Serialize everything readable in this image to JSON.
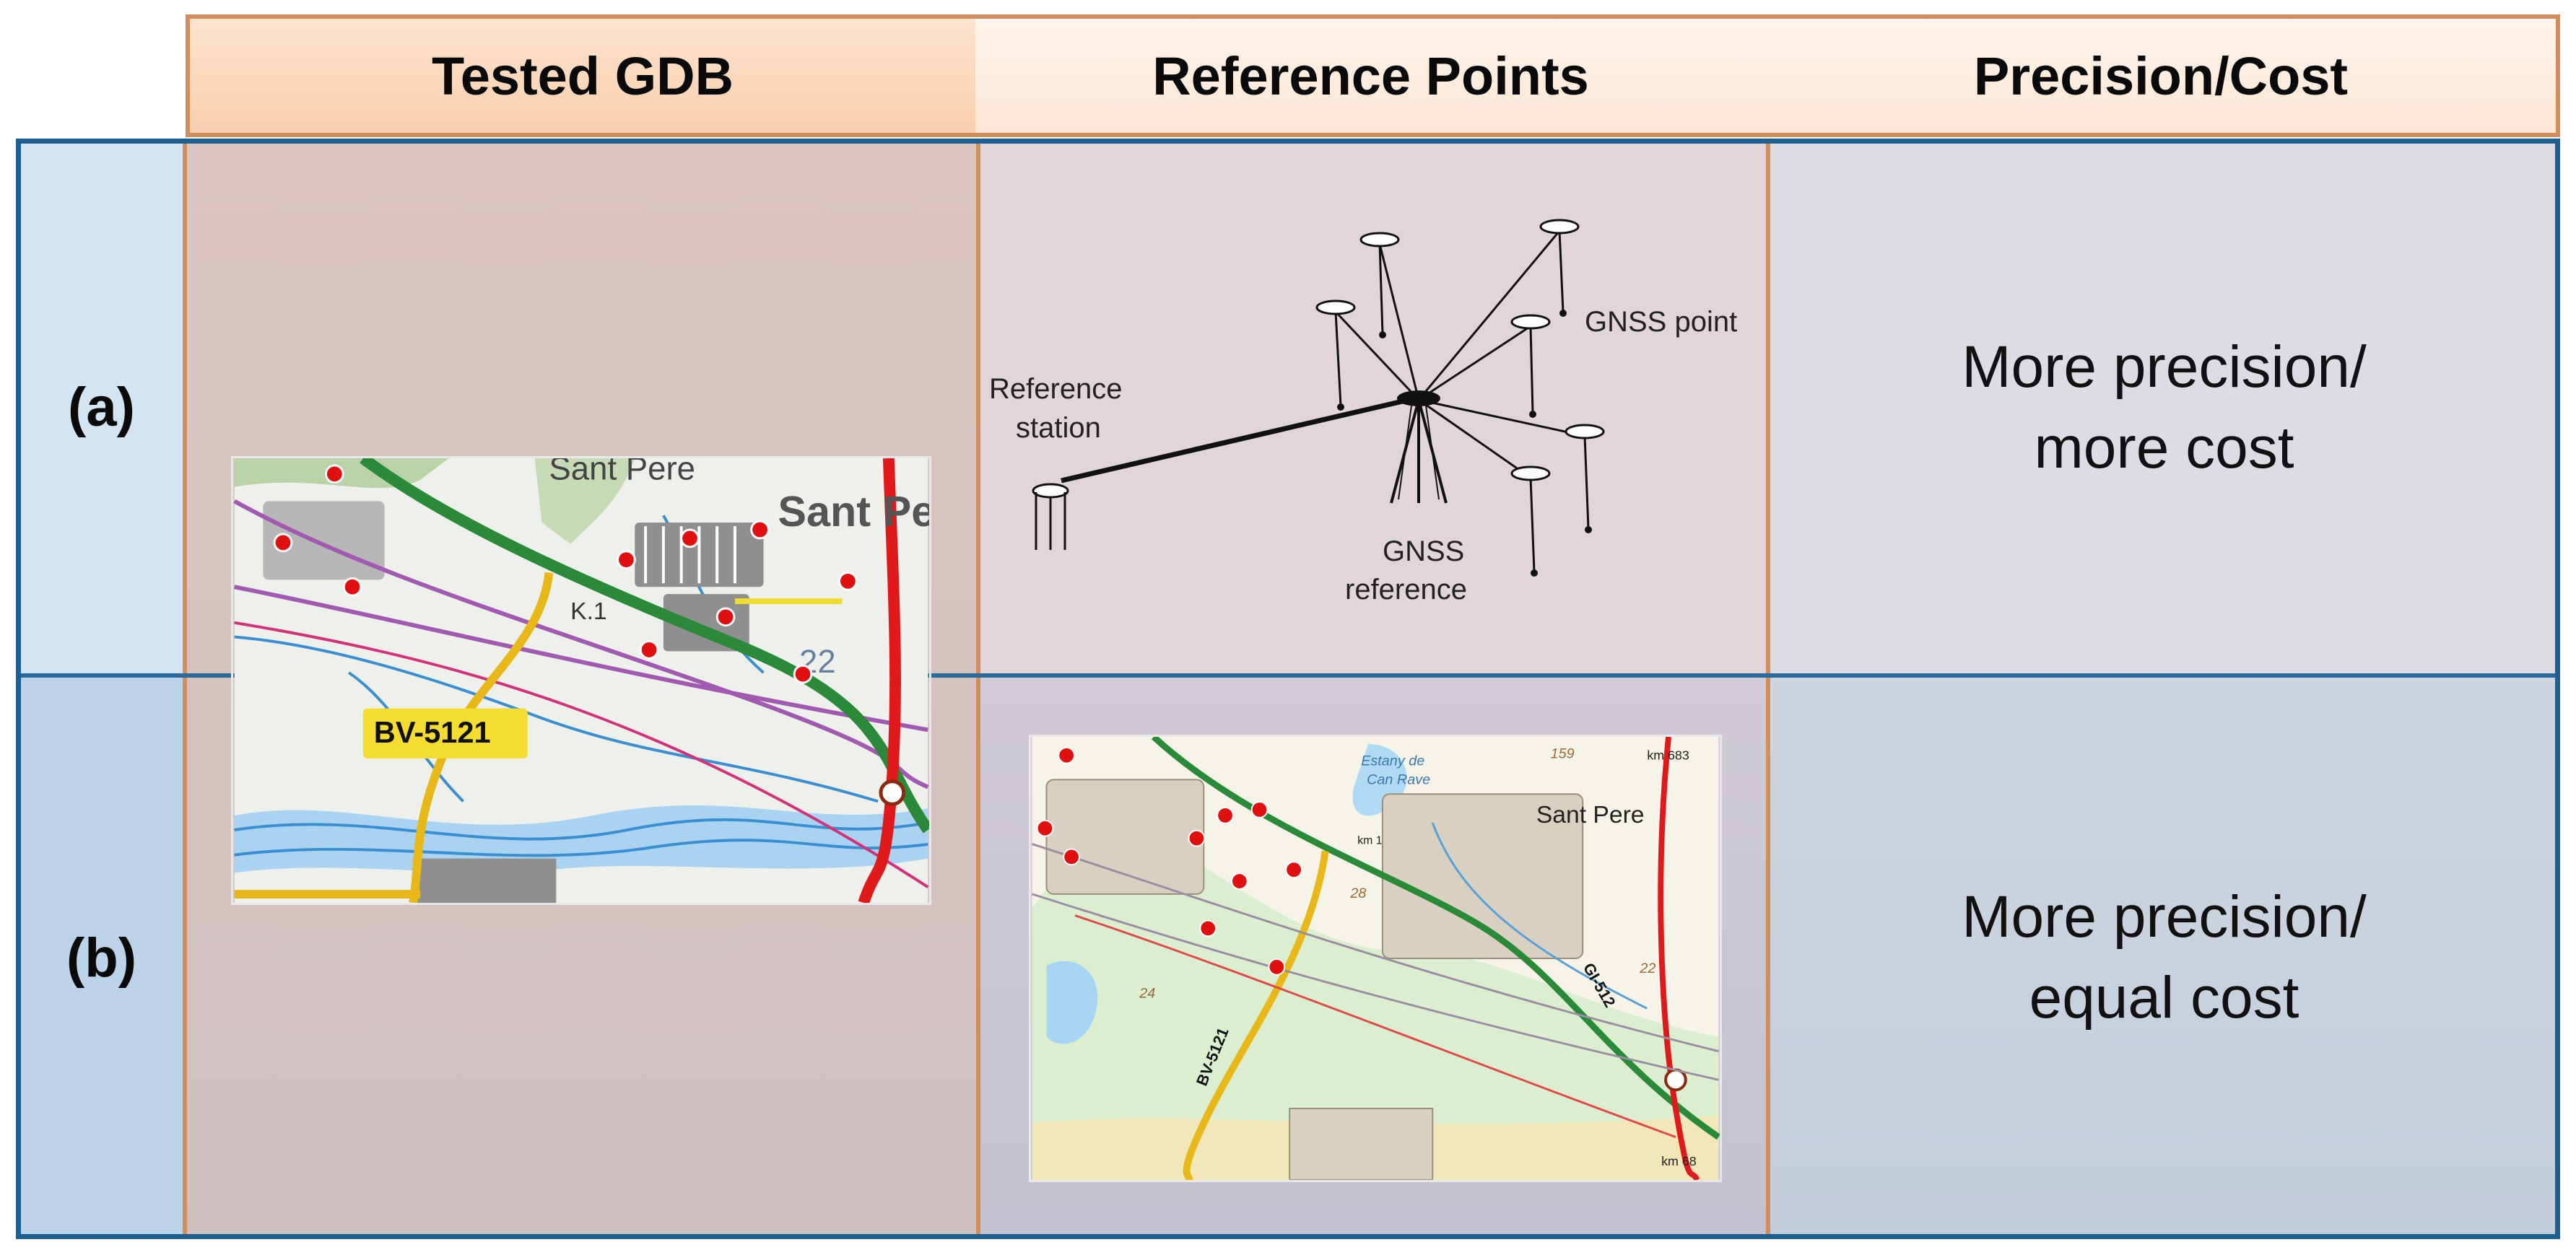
{
  "header": {
    "col1": "Tested GDB",
    "col2": "Reference Points",
    "col3": "Precision/Cost"
  },
  "rows": [
    {
      "label": "(a)",
      "result_line1": "More precision/",
      "result_line2": "more cost"
    },
    {
      "label": "(b)",
      "result_line1": "More precision/",
      "result_line2": "equal cost"
    }
  ],
  "gnss_diagram": {
    "reference_station_line1": "Reference",
    "reference_station_line2": "station",
    "gnss_point": "GNSS point",
    "gnss_reference_line1": "GNSS",
    "gnss_reference_line2": "reference"
  },
  "map_tested": {
    "road_label": "BV-5121",
    "town_label": "Sant Pere",
    "town_label_small": "Sant Pere",
    "marker_k1": "K.1",
    "marker_22": "22"
  },
  "map_reference": {
    "town_label": "Sant Pere",
    "lake_label_1": "Estany de",
    "lake_label_2": "Can Rave",
    "km_top": "km 683",
    "km_bottom": "km 68",
    "km_1": "km 1",
    "road_bv": "BV-5121",
    "road_gi": "GI-512",
    "elev_22": "22",
    "elev_24": "24",
    "elev_28": "28",
    "elev_159": "159"
  },
  "colors": {
    "header_border": "#d28d5c",
    "table_border": "#1f5e91",
    "marker_red": "#e01010",
    "road_green": "#2a8a3a",
    "road_yellow": "#f0c020",
    "road_red": "#e01a1a"
  }
}
